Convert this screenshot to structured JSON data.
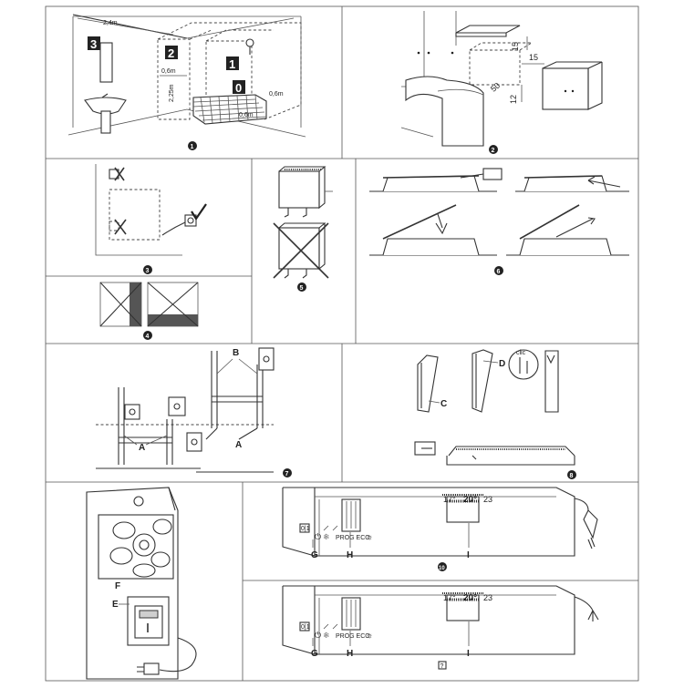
{
  "panel1": {
    "zones": [
      "3",
      "2",
      "1",
      "0"
    ],
    "dims": [
      "2,4m",
      "0,6m",
      "2,25m",
      "0,6m",
      "0,6m"
    ],
    "number": "1"
  },
  "panel2": {
    "dims": [
      "15",
      "15",
      "50",
      "12"
    ],
    "number": "2"
  },
  "panel3": {
    "number": "3"
  },
  "panel4": {
    "number": "4"
  },
  "panel5": {
    "number": "5"
  },
  "panel6": {
    "number": "6"
  },
  "panel7": {
    "labels": [
      "B",
      "A",
      "A"
    ],
    "number": "7"
  },
  "panel8": {
    "labels": [
      "C",
      "D"
    ],
    "clic": "clic",
    "number": "8"
  },
  "panel9": {
    "labels": [
      "F",
      "E"
    ]
  },
  "panel10": {
    "temps": [
      "17°",
      "20°",
      "23"
    ],
    "modes": "PROG ECO",
    "labels": [
      "G",
      "H",
      "I"
    ],
    "number": "10"
  },
  "panel11": {
    "temps": [
      "17°",
      "20°",
      "23"
    ],
    "modes": "PROG ECO",
    "labels": [
      "G",
      "H",
      "I"
    ],
    "number": "?"
  }
}
